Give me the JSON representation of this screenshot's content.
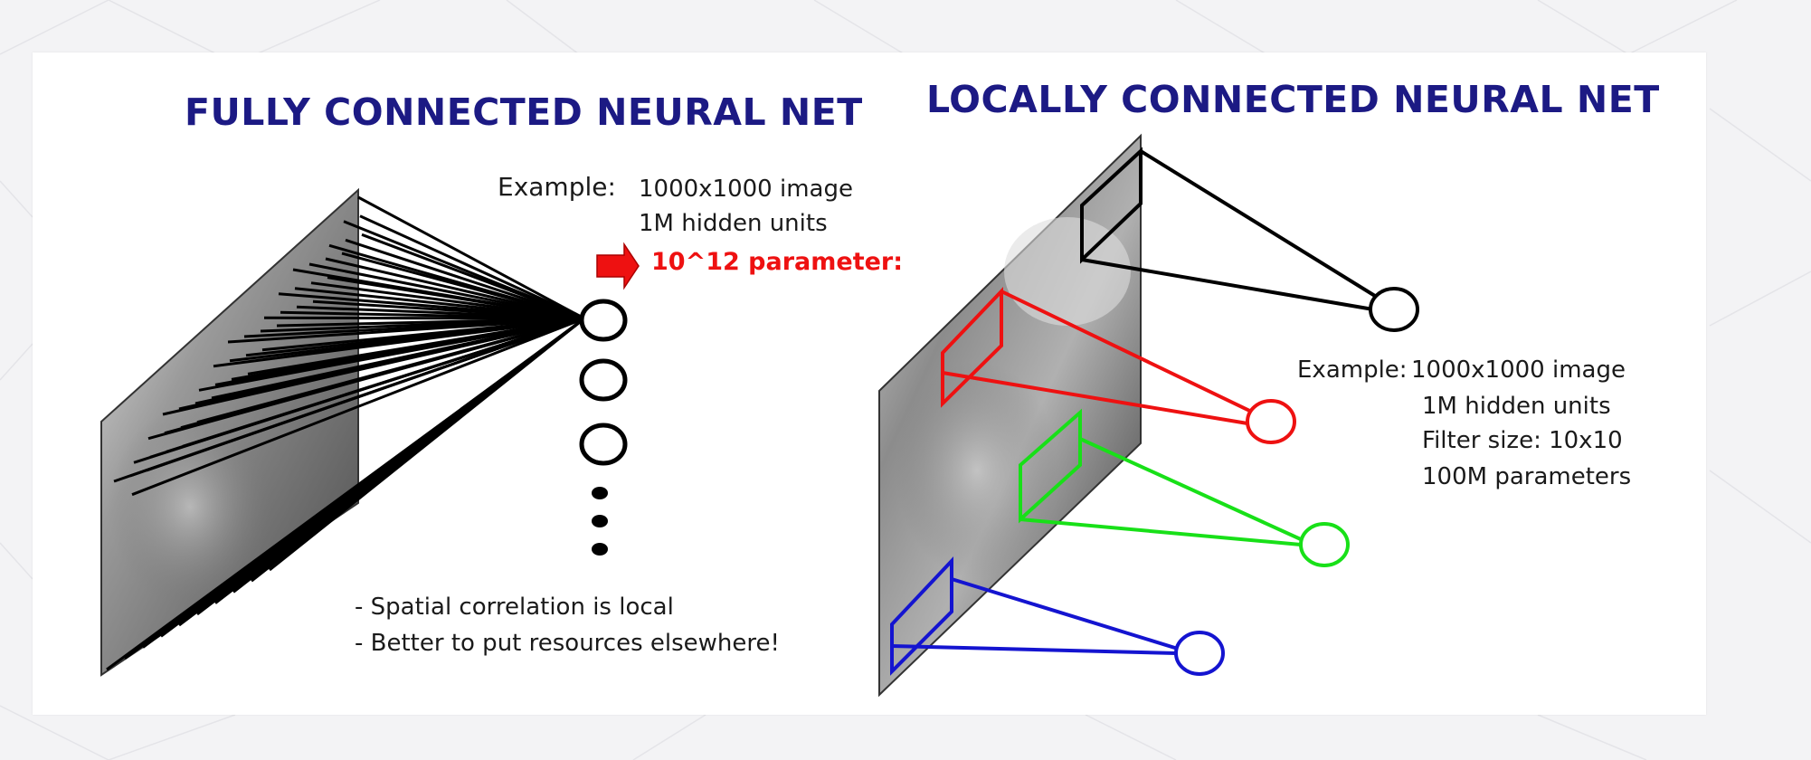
{
  "colors": {
    "title": "#1c1a84",
    "red": "#ee1111",
    "green": "#18e018",
    "blue": "#1414d0",
    "black": "#000000"
  },
  "fully_connected": {
    "title": "FULLY CONNECTED NEURAL NET",
    "example_label": "Example:",
    "lines": [
      "1000x1000 image",
      "1M hidden units"
    ],
    "highlight": "10^12 parameter:",
    "notes": [
      "- Spatial correlation is local",
      "- Better to put resources elsewhere!"
    ]
  },
  "locally_connected": {
    "title": "LOCALLY CONNECTED NEURAL NET",
    "example_label": "Example:",
    "lines": [
      "1000x1000 image",
      "1M hidden units",
      "Filter size: 10x10",
      "100M parameters"
    ]
  }
}
